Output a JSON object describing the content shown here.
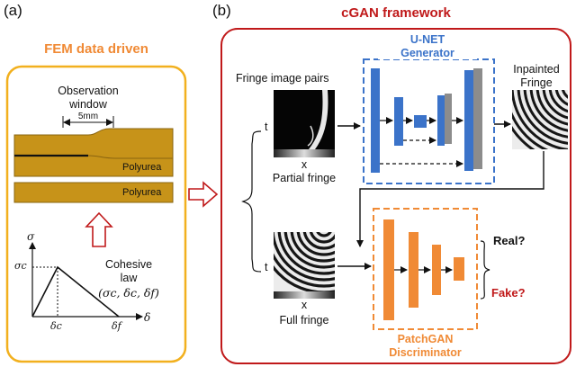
{
  "panel_a": {
    "label": "(a)",
    "title": "FEM data driven",
    "observation_window": [
      "Observation",
      "window"
    ],
    "scale": "5mm",
    "material_top": "Polyurea",
    "material_bottom": "Polyurea",
    "law_label": [
      "Cohesive",
      "law"
    ],
    "law_params": "(σc, δc, δf)",
    "axis_y": "σ",
    "axis_x": "δ",
    "tick_sigma_c": "σc",
    "tick_delta_c": "δc",
    "tick_delta_f": "δf"
  },
  "panel_b": {
    "label": "(b)",
    "title": "cGAN framework",
    "fringe_pairs": "Fringe image pairs",
    "axis_t": "t",
    "axis_x": "x",
    "partial_fringe": "Partial fringe",
    "full_fringe": "Full fringe",
    "generator": [
      "U-NET",
      "Generator"
    ],
    "inpainted": [
      "Inpainted",
      "Fringe"
    ],
    "discriminator": [
      "PatchGAN",
      "Discriminator"
    ],
    "real": "Real?",
    "fake": "Fake?"
  },
  "colors": {
    "panel_a_border": "#f2b01e",
    "panel_b_border": "#c0191a",
    "generator_blue": "#3b73c9",
    "discriminator_orange": "#f08a35",
    "layer_gray": "#8c8c8c",
    "beam_gold": "#c79319"
  }
}
